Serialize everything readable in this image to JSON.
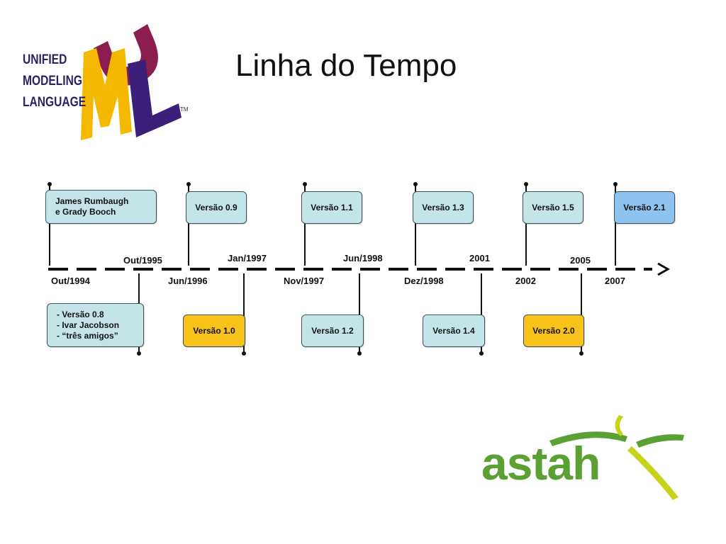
{
  "slide": {
    "title": "Linha do Tempo"
  },
  "uml_logo": {
    "line1": "UNIFIED",
    "line2": "MODELING",
    "line3": "LANGUAGE",
    "trademark": "TM",
    "colors": {
      "u": "#8b1e4f",
      "m": "#f5b800",
      "l": "#3b1f78",
      "text": "#2a2363"
    }
  },
  "astah_logo": {
    "word": "astah",
    "colors": {
      "text": "#5aa033",
      "swoosh": "#c7d21a"
    }
  },
  "timeline": {
    "colors": {
      "box_teal": "#c4e5e8",
      "box_yellow": "#f8c21a",
      "box_blue": "#8fc3ef",
      "line": "#111111"
    },
    "dates_below": [
      "Out/1994",
      "Jun/1996",
      "Nov/1997",
      "Dez/1998",
      "2002",
      "2007"
    ],
    "dates_above": [
      "Out/1995",
      "Jan/1997",
      "Jun/1998",
      "2001",
      "2005"
    ],
    "top_events": [
      {
        "lines": [
          "James Rumbaugh",
          "e Grady Booch"
        ],
        "color": "teal"
      },
      {
        "label": "Versão 0.9",
        "color": "teal"
      },
      {
        "label": "Versão 1.1",
        "color": "teal"
      },
      {
        "label": "Versão 1.3",
        "color": "teal"
      },
      {
        "label": "Versão 1.5",
        "color": "teal"
      },
      {
        "label": "Versão 2.1",
        "color": "blue"
      }
    ],
    "bottom_events": [
      {
        "lines": [
          "- Versão 0.8",
          "- Ivar Jacobson",
          "- “três amigos”"
        ],
        "color": "teal"
      },
      {
        "label": "Versão 1.0",
        "color": "yellow"
      },
      {
        "label": "Versão 1.2",
        "color": "teal"
      },
      {
        "label": "Versão 1.4",
        "color": "teal"
      },
      {
        "label": "Versão 2.0",
        "color": "yellow"
      }
    ]
  }
}
